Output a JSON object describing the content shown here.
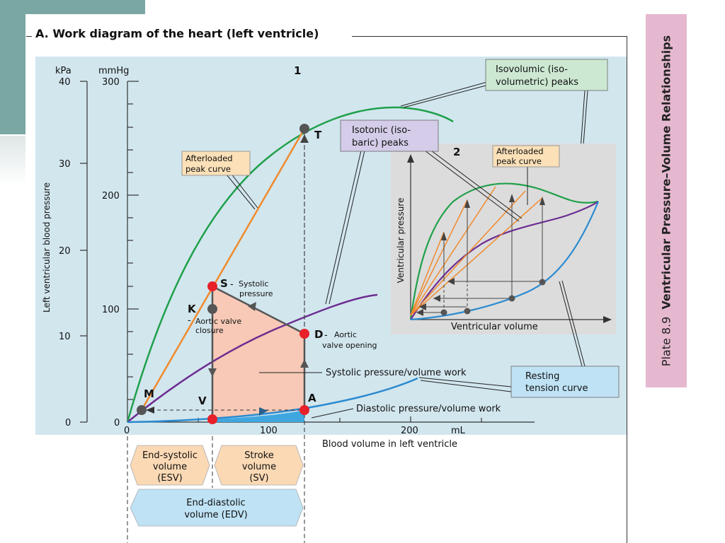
{
  "title": "A.  Work diagram of the heart (left ventricle)",
  "plate": {
    "number": "Plate 8.9",
    "title": "Ventricular Pressure–Volume Relationships"
  },
  "axes": {
    "unit_kpa": "kPa",
    "unit_mmhg": "mmHg",
    "unit_ml": "mL",
    "ylabel": "Left ventricular blood pressure",
    "xlabel": "Blood volume in left ventricle",
    "kpa_ticks": [
      "40",
      "30",
      "20",
      "10",
      "0"
    ],
    "mmhg_ticks": [
      "300",
      "200",
      "100",
      "0"
    ],
    "ml_ticks": [
      "0",
      "100",
      "200"
    ]
  },
  "panel1": {
    "number": "1"
  },
  "panel2": {
    "number": "2",
    "ylabel": "Ventricular pressure",
    "xlabel": "Ventricular volume",
    "afterloaded": [
      "Afterloaded",
      "peak curve"
    ]
  },
  "points": {
    "T": "T",
    "S": "S",
    "S_desc": [
      "Systolic",
      "pressure"
    ],
    "K": "K",
    "K_desc": [
      "Aortic valve",
      "closure"
    ],
    "D": "D",
    "D_desc": [
      "Aortic",
      "valve opening"
    ],
    "M": "M",
    "V": "V",
    "A": "A"
  },
  "callouts": {
    "isovolumic": [
      "Isovolumic (iso-",
      "volumetric) peaks"
    ],
    "isotonic": [
      "Isotonic (iso-",
      "baric) peaks"
    ],
    "afterloaded": [
      "Afterloaded",
      "peak curve"
    ],
    "systolic_work": "Systolic pressure/volume work",
    "diastolic_work": "Diastolic pressure/volume work",
    "resting": [
      "Resting",
      "tension curve"
    ]
  },
  "volumes": {
    "esv": [
      "End-systolic",
      "volume",
      "(ESV)"
    ],
    "sv": [
      "Stroke",
      "volume",
      "(SV)"
    ],
    "edv": [
      "End-diastolic",
      "volume (EDV)"
    ]
  },
  "colors": {
    "plot_bg": "#d2e6ee",
    "inset_bg": "#dcdcdc",
    "green": "#1fa04a",
    "orange": "#f08a2c",
    "purple": "#6c2d91",
    "blue": "#2a8ad0",
    "red": "#e8202a",
    "work_fill": "#f7c9b6",
    "callout_green": "#cce8d2",
    "callout_purple": "#d4cce8",
    "callout_orange": "#fbe0b8",
    "callout_blue": "#bfe2f5",
    "hex_orange": "#fbd9b5",
    "hex_blue": "#bfe2f5"
  }
}
